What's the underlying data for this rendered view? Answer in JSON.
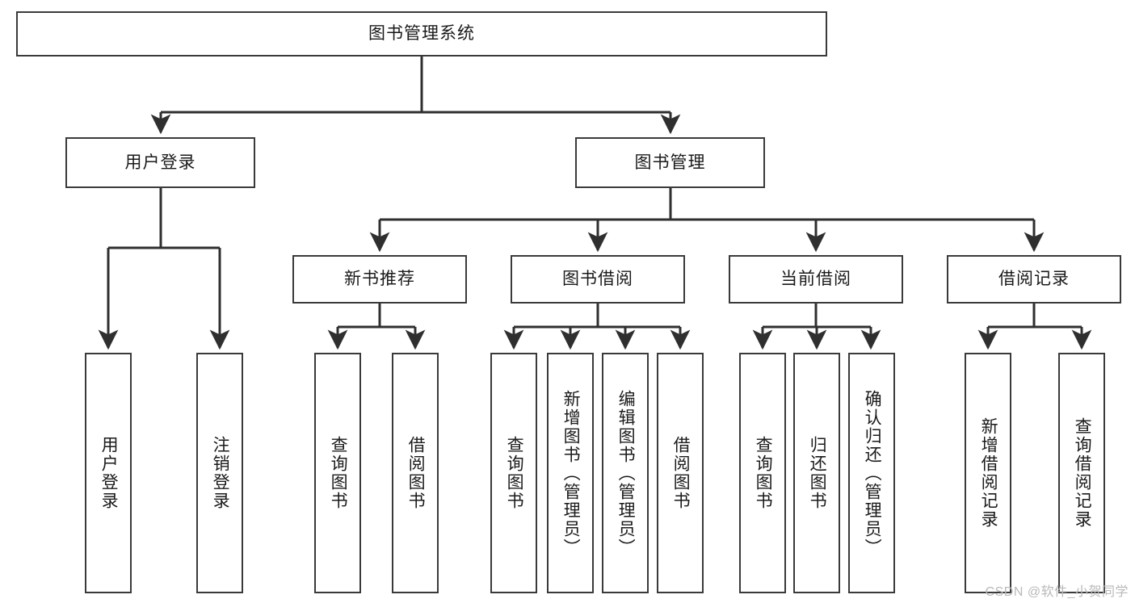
{
  "diagram": {
    "title": "图书管理系统",
    "type": "tree",
    "colors": {
      "box_border": "#3a3a3a",
      "box_fill": "#ffffff",
      "connector": "#2f2f2f",
      "text": "#1a1a1a",
      "watermark": "#b9b9b9"
    },
    "root": {
      "id": "root",
      "label": "图书管理系统",
      "orientation": "horizontal"
    },
    "level2": [
      {
        "id": "user-login",
        "label": "用户登录",
        "orientation": "horizontal"
      },
      {
        "id": "book-manage",
        "label": "图书管理",
        "orientation": "horizontal"
      }
    ],
    "level3": [
      {
        "id": "new-book-recommend",
        "label": "新书推荐",
        "orientation": "horizontal",
        "parent": "book-manage"
      },
      {
        "id": "book-borrow",
        "label": "图书借阅",
        "orientation": "horizontal",
        "parent": "book-manage"
      },
      {
        "id": "current-borrow",
        "label": "当前借阅",
        "orientation": "horizontal",
        "parent": "book-manage"
      },
      {
        "id": "borrow-record",
        "label": "借阅记录",
        "orientation": "horizontal",
        "parent": "book-manage"
      }
    ],
    "leaves": [
      {
        "id": "leaf-user-login",
        "label": "用户登录",
        "parent": "user-login"
      },
      {
        "id": "leaf-user-logout",
        "label": "注销登录",
        "parent": "user-login"
      },
      {
        "id": "leaf-query-book-1",
        "label": "查询图书",
        "parent": "new-book-recommend"
      },
      {
        "id": "leaf-borrow-book-1",
        "label": "借阅图书",
        "parent": "new-book-recommend"
      },
      {
        "id": "leaf-query-book-2",
        "label": "查询图书",
        "parent": "book-borrow"
      },
      {
        "id": "leaf-add-book",
        "label": "新增图书（管理员）",
        "parent": "book-borrow"
      },
      {
        "id": "leaf-edit-book",
        "label": "编辑图书（管理员）",
        "parent": "book-borrow"
      },
      {
        "id": "leaf-borrow-book-2",
        "label": "借阅图书",
        "parent": "book-borrow"
      },
      {
        "id": "leaf-query-book-3",
        "label": "查询图书",
        "parent": "current-borrow"
      },
      {
        "id": "leaf-return-book",
        "label": "归还图书",
        "parent": "current-borrow"
      },
      {
        "id": "leaf-confirm-return",
        "label": "确认归还（管理员）",
        "parent": "current-borrow"
      },
      {
        "id": "leaf-add-record",
        "label": "新增借阅记录",
        "parent": "borrow-record"
      },
      {
        "id": "leaf-query-record",
        "label": "查询借阅记录",
        "parent": "borrow-record"
      }
    ],
    "watermark": "CSDN @软件_小贺同学"
  }
}
